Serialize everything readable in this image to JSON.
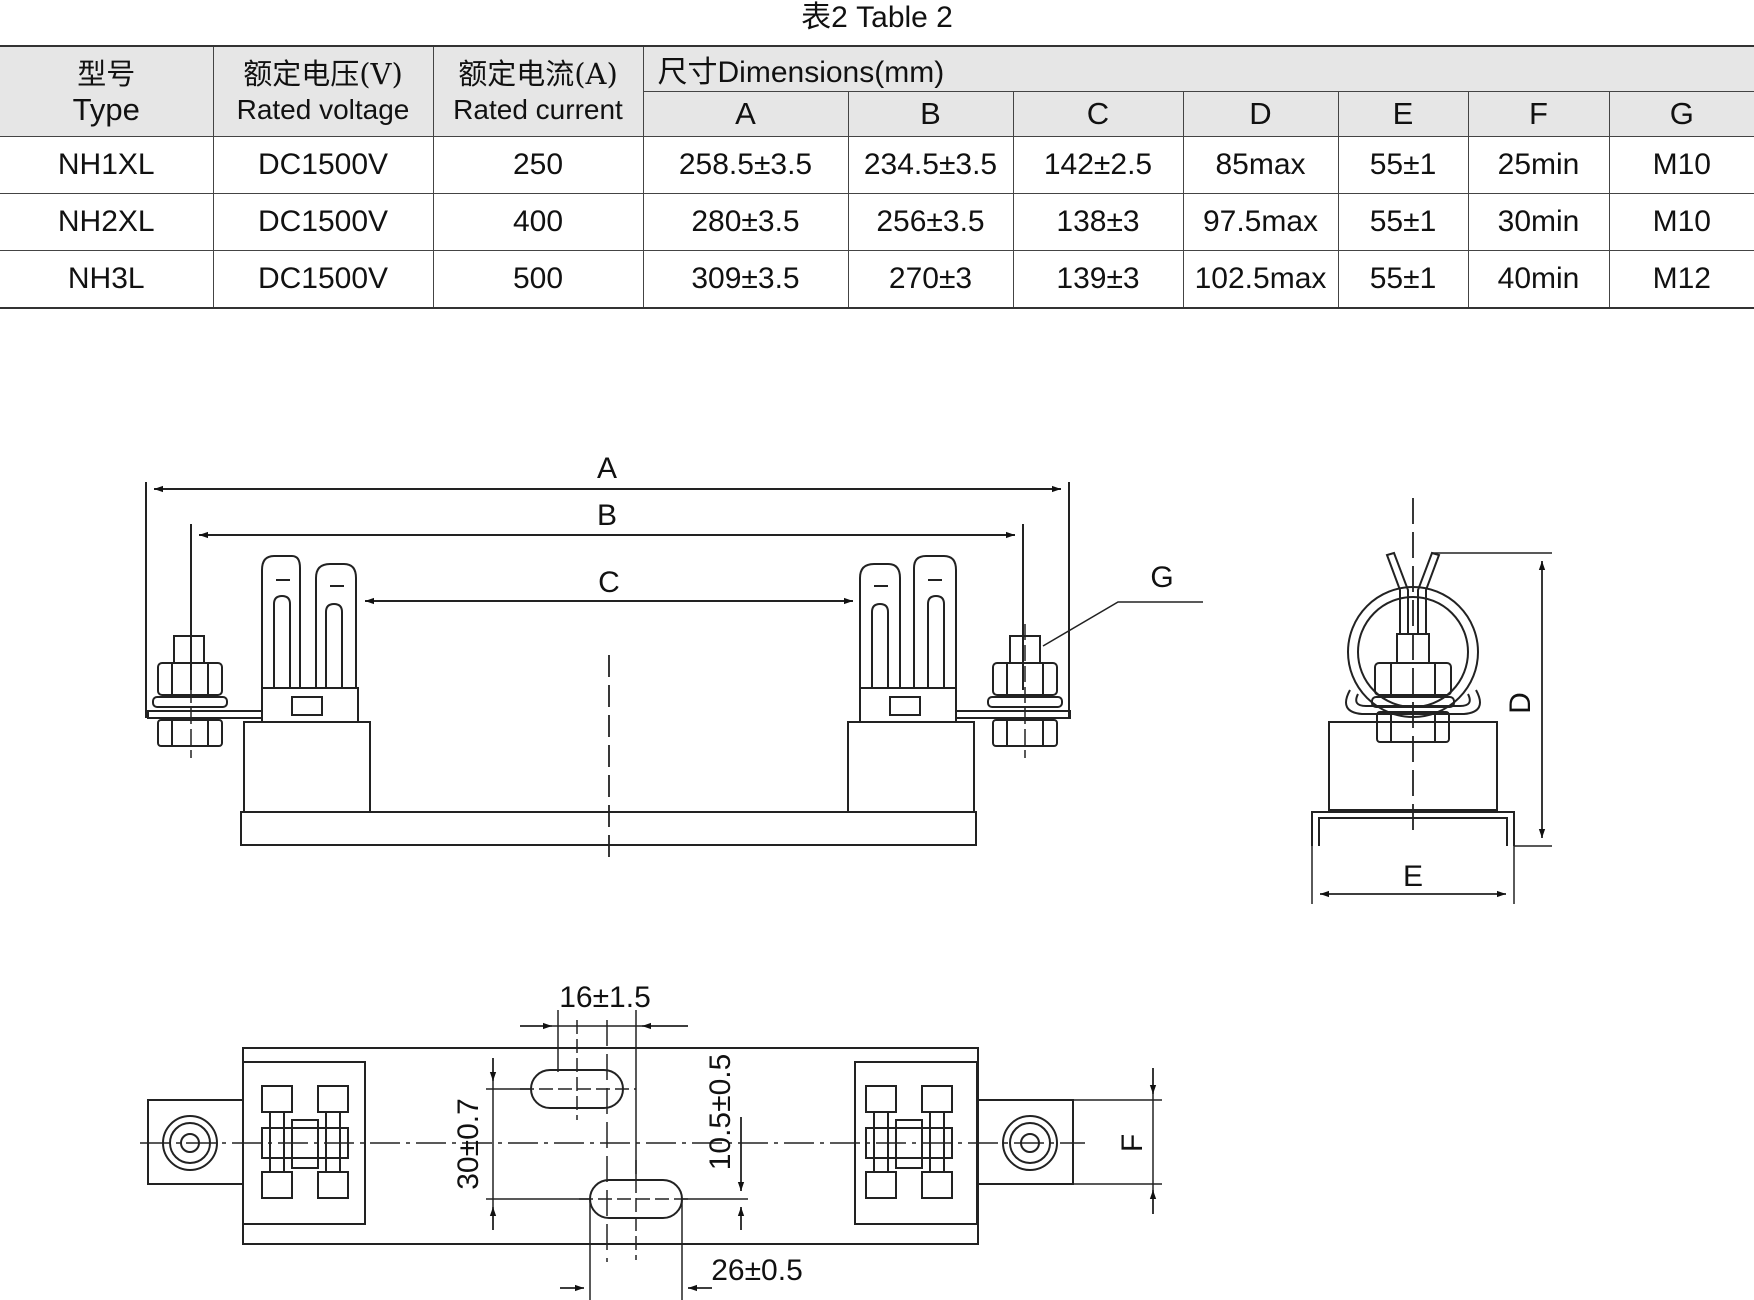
{
  "table_title": "表2  Table  2",
  "header": {
    "type_cn": "型号",
    "type_en": "Type",
    "voltage_cn": "额定电压(V)",
    "voltage_en": "Rated voltage",
    "current_cn": "额定电流(A)",
    "current_en": "Rated current",
    "dimensions": "尺寸Dimensions(mm)",
    "dim_columns": [
      "A",
      "B",
      "C",
      "D",
      "E",
      "F",
      "G"
    ]
  },
  "rows": [
    {
      "type": "NH1XL",
      "voltage": "DC1500V",
      "current": "250",
      "a": "258.5±3.5",
      "b": "234.5±3.5",
      "c": "142±2.5",
      "d": "85max",
      "e": "55±1",
      "f": "25min",
      "g": "M10"
    },
    {
      "type": "NH2XL",
      "voltage": "DC1500V",
      "current": "400",
      "a": "280±3.5",
      "b": "256±3.5",
      "c": "138±3",
      "d": "97.5max",
      "e": "55±1",
      "f": "30min",
      "g": "M10"
    },
    {
      "type": "NH3L",
      "voltage": "DC1500V",
      "current": "500",
      "a": "309±3.5",
      "b": "270±3",
      "c": "139±3",
      "d": "102.5max",
      "e": "55±1",
      "f": "40min",
      "g": "M12"
    }
  ],
  "drawing_labels": {
    "a": "A",
    "b": "B",
    "c": "C",
    "d": "D",
    "e": "E",
    "f": "F",
    "g": "G",
    "slot_width": "16±1.5",
    "slot_spacing": "30±0.7",
    "slot_offset": "10.5±0.5",
    "slot_pitch": "26±0.5"
  }
}
